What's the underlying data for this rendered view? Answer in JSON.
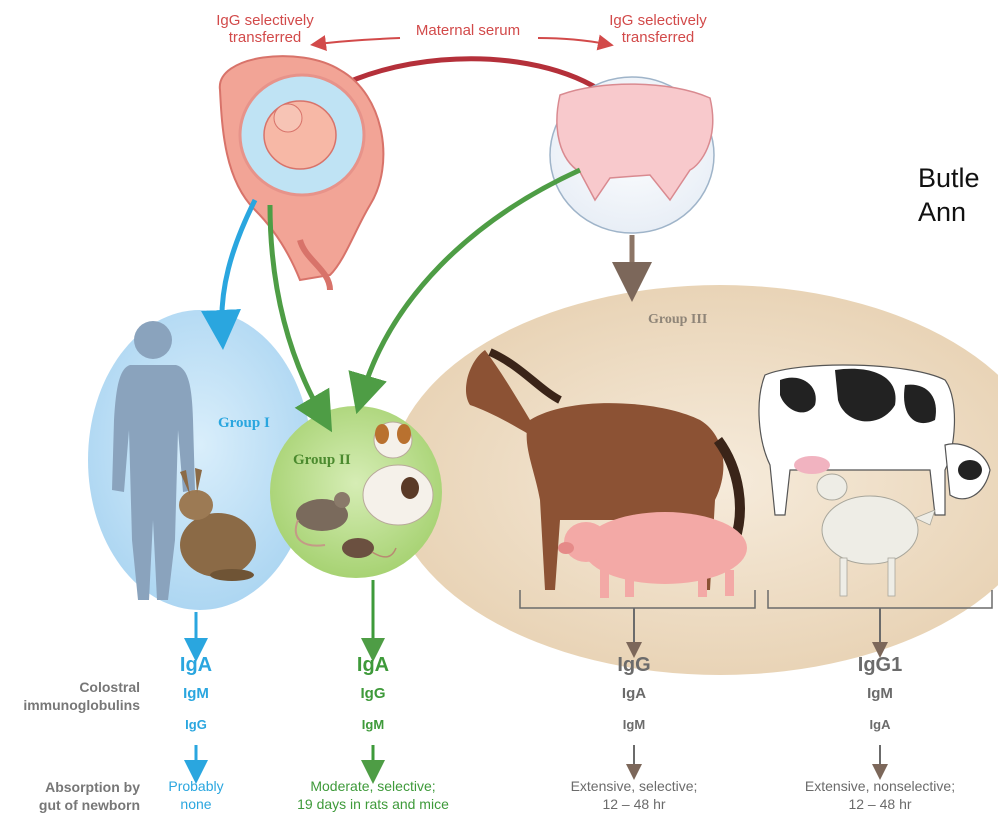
{
  "top": {
    "left_transfer": [
      "IgG selectively",
      "transferred"
    ],
    "right_transfer": [
      "IgG selectively",
      "transferred"
    ],
    "serum": "Maternal serum"
  },
  "citation": [
    "Butle",
    "Ann"
  ],
  "groups": {
    "g1": "Group I",
    "g2": "Group II",
    "g3": "Group III"
  },
  "row_headers": {
    "colostral": [
      "Colostral",
      "immunoglobulins"
    ],
    "absorption": [
      "Absorption by",
      "gut of newborn"
    ]
  },
  "columns": [
    {
      "ig": [
        "IgA",
        "IgM",
        "IgG"
      ],
      "absorption": [
        "Probably",
        "none"
      ]
    },
    {
      "ig": [
        "IgA",
        "IgG",
        "IgM"
      ],
      "absorption": [
        "Moderate, selective;",
        "19 days in rats and mice"
      ]
    },
    {
      "ig": [
        "IgG",
        "IgA",
        "IgM"
      ],
      "absorption": [
        "Extensive, selective;",
        "12 – 48 hr"
      ]
    },
    {
      "ig": [
        "IgG1",
        "IgM",
        "IgA"
      ],
      "absorption": [
        "Extensive, nonselective;",
        "12 – 48 hr"
      ]
    }
  ],
  "colors": {
    "group1": "#bfe0f6",
    "group2": "#b9dc8c",
    "group3": "#f0dfc7",
    "blue_arrow": "#2aa6df",
    "green_arrow": "#4e9d45",
    "brown_arrow": "#8c7566",
    "maternal_red": "#d24a4a"
  },
  "icons": [
    "uterus-fetus-icon",
    "udder-icon",
    "human-silhouette-icon",
    "rabbit-icon",
    "dog-icon",
    "rat-icon",
    "mouse-icon",
    "horse-icon",
    "pig-icon",
    "cow-icon",
    "goat-icon"
  ]
}
